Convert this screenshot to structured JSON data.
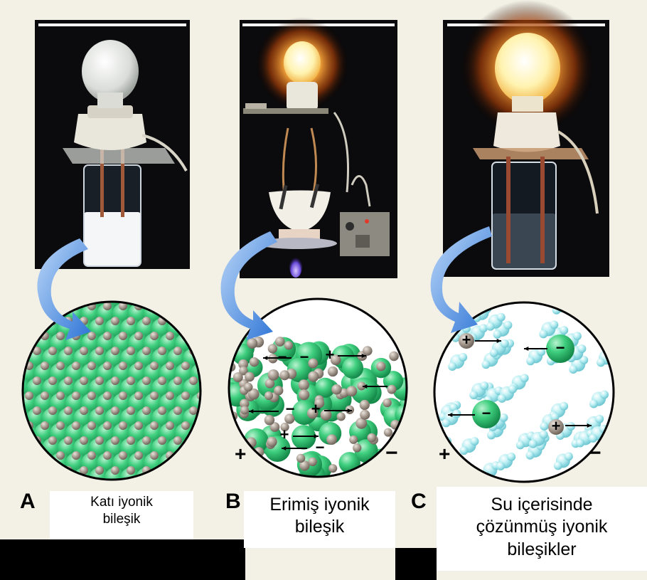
{
  "panels": [
    {
      "letter": "A",
      "caption_line1": "Katı iyonik",
      "caption_line2": "bileşik"
    },
    {
      "letter": "B",
      "caption_line1": "Erimiş iyonik",
      "caption_line2": "bileşik"
    },
    {
      "letter": "C",
      "caption_line1": "Su içerisinde",
      "caption_line2": "çözünmüş iyonik",
      "caption_line3": "bileşikler"
    }
  ],
  "signs": {
    "plus": "+",
    "minus": "−"
  },
  "colors": {
    "cation_sodium": "#2fbf6f",
    "anion_chloride": "#a89e94",
    "water": "#a9e6ec",
    "arrow_blue": "#4a8ee0",
    "photo_background": "#0b0a0c",
    "page_background": "#f3f0e6"
  }
}
